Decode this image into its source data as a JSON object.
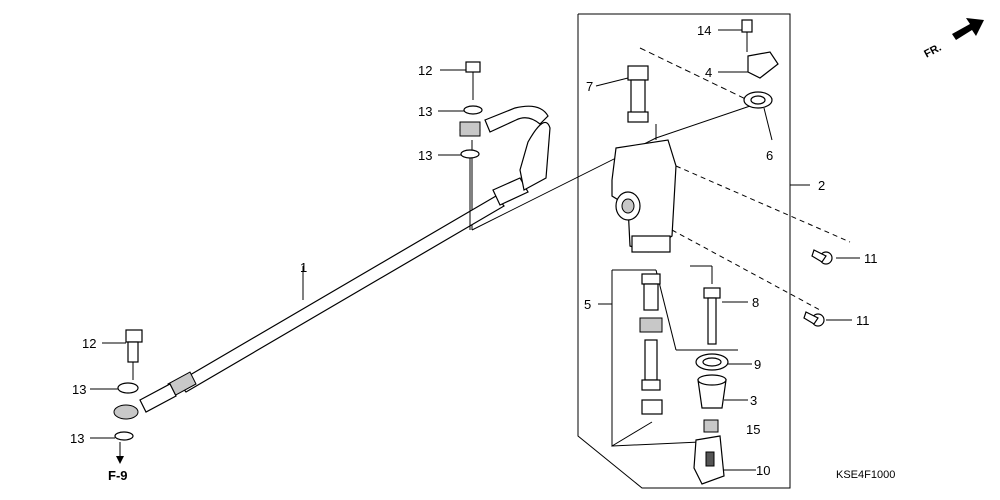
{
  "diagram": {
    "catalog_code": "KSE4F1000",
    "direction_label": "FR.",
    "reference_label": "F-9",
    "callouts": {
      "c1": "1",
      "c2": "2",
      "c3": "3",
      "c4": "4",
      "c5": "5",
      "c6": "6",
      "c7": "7",
      "c8": "8",
      "c9": "9",
      "c10": "10",
      "c11a": "11",
      "c11b": "11",
      "c12a": "12",
      "c12b": "12",
      "c13a": "13",
      "c13b": "13",
      "c13c": "13",
      "c13d": "13",
      "c14": "14",
      "c15": "15"
    }
  }
}
